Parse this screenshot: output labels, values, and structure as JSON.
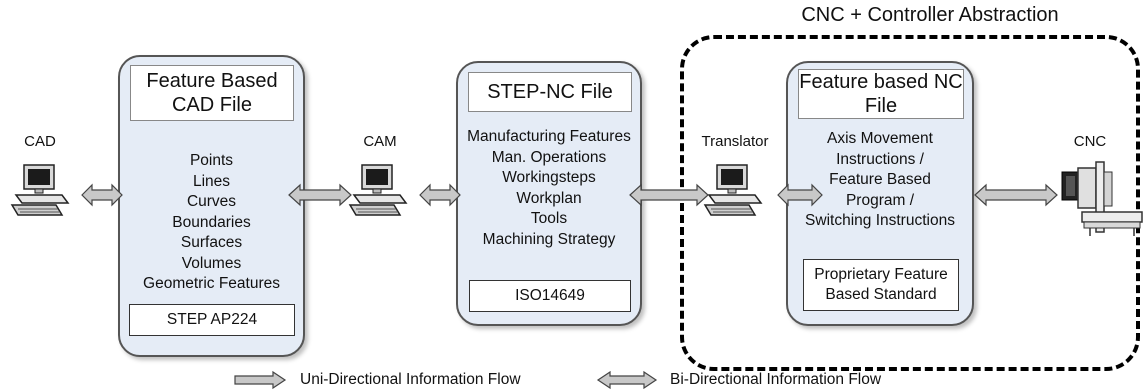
{
  "diagram": {
    "region_title": "CNC + Controller Abstraction",
    "stations": [
      {
        "id": "cad",
        "label": "CAD",
        "icon": "computer-icon"
      },
      {
        "id": "cam",
        "label": "CAM",
        "icon": "computer-icon"
      },
      {
        "id": "translator",
        "label": "Translator",
        "icon": "computer-icon"
      },
      {
        "id": "cnc",
        "label": "CNC",
        "icon": "cnc-machine-icon"
      }
    ],
    "boxes": [
      {
        "id": "cad-file",
        "title": "Feature Based CAD File",
        "items": [
          "Points",
          "Lines",
          "Curves",
          "Boundaries",
          "Surfaces",
          "Volumes",
          "Geometric Features"
        ],
        "standard": "STEP AP224"
      },
      {
        "id": "step-nc-file",
        "title": "STEP-NC File",
        "items": [
          "Manufacturing Features",
          "Man. Operations",
          "Workingsteps",
          "Workplan",
          "Tools",
          "Machining Strategy"
        ],
        "standard": "ISO14649"
      },
      {
        "id": "nc-file",
        "title": "Feature based NC File",
        "items": [
          "Axis Movement",
          "Instructions /",
          "Feature Based",
          "Program /",
          "Switching Instructions"
        ],
        "standard": "Proprietary Feature Based Standard"
      }
    ],
    "arrow_color": "#c8c8c8",
    "box_fill": "#e5ecf6"
  },
  "legend": {
    "uni": "Uni-Directional Information Flow",
    "bi": "Bi-Directional Information Flow"
  }
}
